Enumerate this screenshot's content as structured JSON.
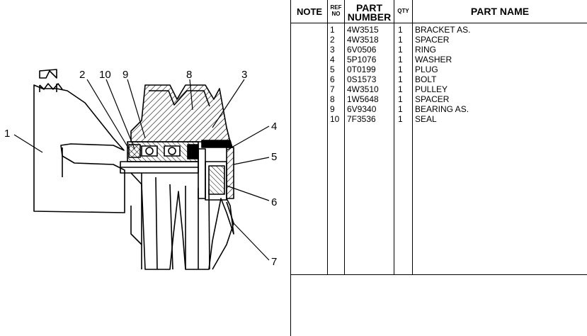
{
  "table": {
    "headers": {
      "note": "NOTE",
      "ref_no_line1": "REF",
      "ref_no_line2": "NO",
      "part_number_line1": "PART",
      "part_number_line2": "NUMBER",
      "qty": "QTY",
      "part_name": "PART NAME"
    },
    "rows": [
      {
        "ref": "1",
        "part_number": "4W3515",
        "qty": "1",
        "part_name": "BRACKET AS."
      },
      {
        "ref": "2",
        "part_number": "4W3518",
        "qty": "1",
        "part_name": "SPACER"
      },
      {
        "ref": "3",
        "part_number": "6V0506",
        "qty": "1",
        "part_name": "RING"
      },
      {
        "ref": "4",
        "part_number": "5P1076",
        "qty": "1",
        "part_name": "WASHER"
      },
      {
        "ref": "5",
        "part_number": "0T0199",
        "qty": "1",
        "part_name": "PLUG"
      },
      {
        "ref": "6",
        "part_number": "0S1573",
        "qty": "1",
        "part_name": "BOLT"
      },
      {
        "ref": "7",
        "part_number": "4W3510",
        "qty": "1",
        "part_name": "PULLEY"
      },
      {
        "ref": "8",
        "part_number": "1W5648",
        "qty": "1",
        "part_name": "SPACER"
      },
      {
        "ref": "9",
        "part_number": "6V9340",
        "qty": "1",
        "part_name": "BEARING AS."
      },
      {
        "ref": "10",
        "part_number": "7F3536",
        "qty": "1",
        "part_name": "SEAL"
      }
    ]
  },
  "diagram": {
    "callouts": [
      "1",
      "2",
      "10",
      "9",
      "8",
      "3",
      "4",
      "5",
      "6",
      "7"
    ]
  }
}
